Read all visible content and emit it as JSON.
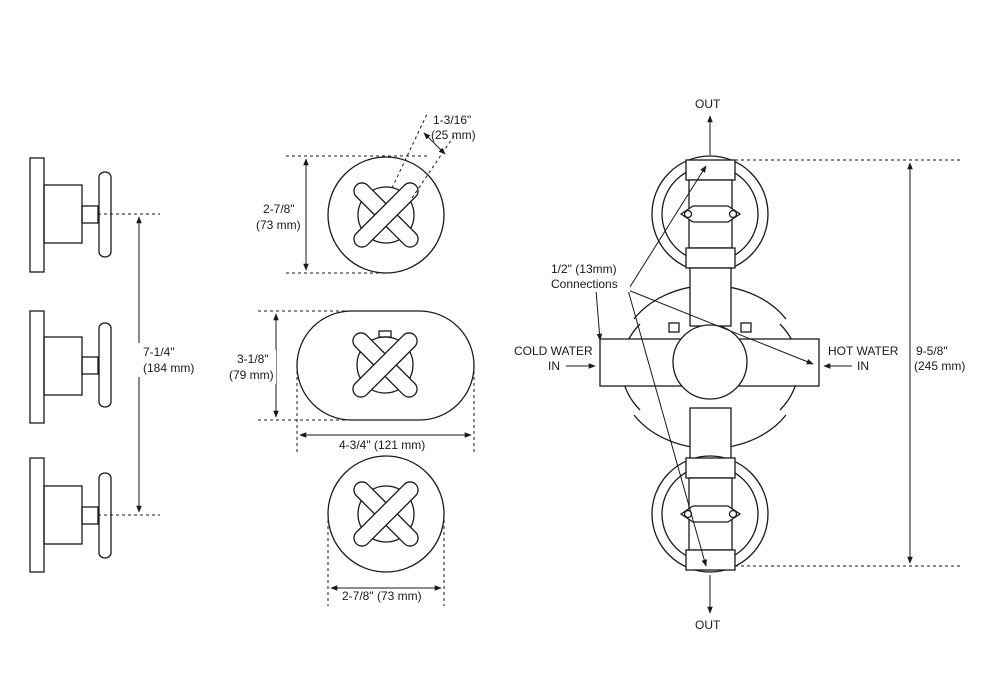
{
  "side_view": {
    "height_dim": "7-1/4\"",
    "height_dim_metric": "(184 mm)"
  },
  "front_view": {
    "handle_height": "2-7/8\"",
    "handle_height_metric": "(73 mm)",
    "cross_width": "1-3/16\"",
    "cross_width_metric": "(25 mm)",
    "plate_height": "3-1/8\"",
    "plate_height_metric": "(79 mm)",
    "plate_width": "4-3/4\" (121 mm)",
    "bottom_width": "2-7/8\" (73 mm)"
  },
  "valve_view": {
    "out_top": "OUT",
    "out_bottom": "OUT",
    "connections_1": "1/2\" (13mm)",
    "connections_2": "Connections",
    "cold_1": "COLD WATER",
    "cold_2": "IN",
    "hot_1": "HOT WATER",
    "hot_2": "IN",
    "total_height": "9-5/8\"",
    "total_height_metric": "(245 mm)"
  }
}
